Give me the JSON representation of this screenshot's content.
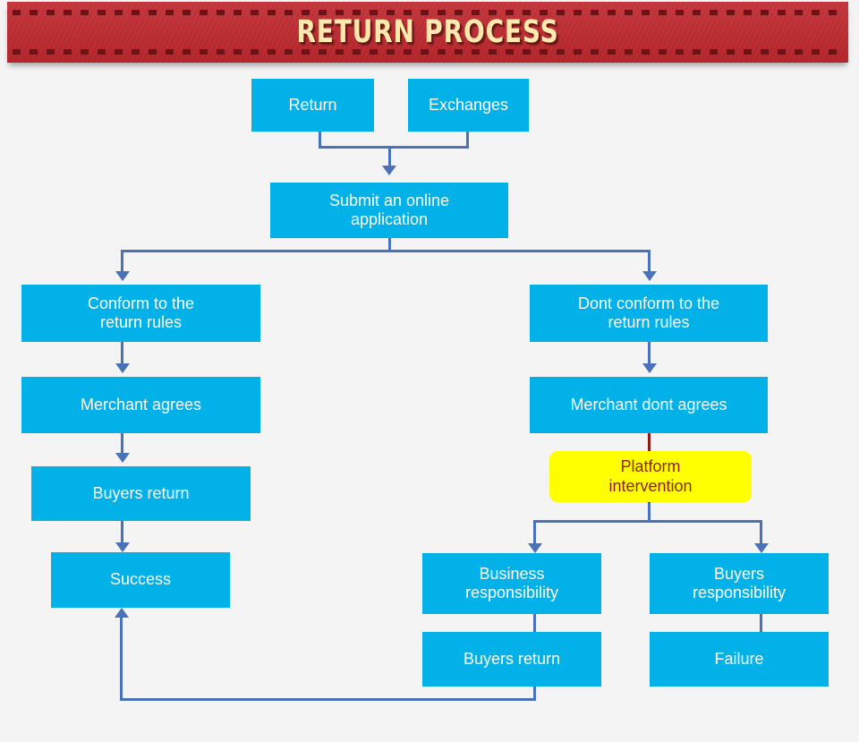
{
  "banner": {
    "title": "RETURN PROCESS",
    "bg_color": "#c0272d",
    "text_color": "#ffe9ac",
    "stitch_color": "#6d1216"
  },
  "palette": {
    "background": "#f4f4f4",
    "node_fill": "#03b1e9",
    "node_text": "#ffffff",
    "highlight_fill": "#ffff00",
    "highlight_text": "#8f1d14",
    "connector": "#4a72b8",
    "connector_alt": "#8d1b16"
  },
  "flow": {
    "nodes": {
      "return": "Return",
      "exchanges": "Exchanges",
      "submit": "Submit an online\napplication",
      "conform": "Conform to the\nreturn rules",
      "merchant_agrees": "Merchant agrees",
      "buyers_return_left": "Buyers return",
      "success": "Success",
      "dont_conform": "Dont conform to the\nreturn rules",
      "merchant_dont_agrees": "Merchant dont agrees",
      "platform_intervention": "Platform\nintervention",
      "business_responsibility": "Business\nresponsibility",
      "buyers_return_right": "Buyers return",
      "buyers_responsibility": "Buyers\nresponsibility",
      "failure": "Failure"
    }
  }
}
